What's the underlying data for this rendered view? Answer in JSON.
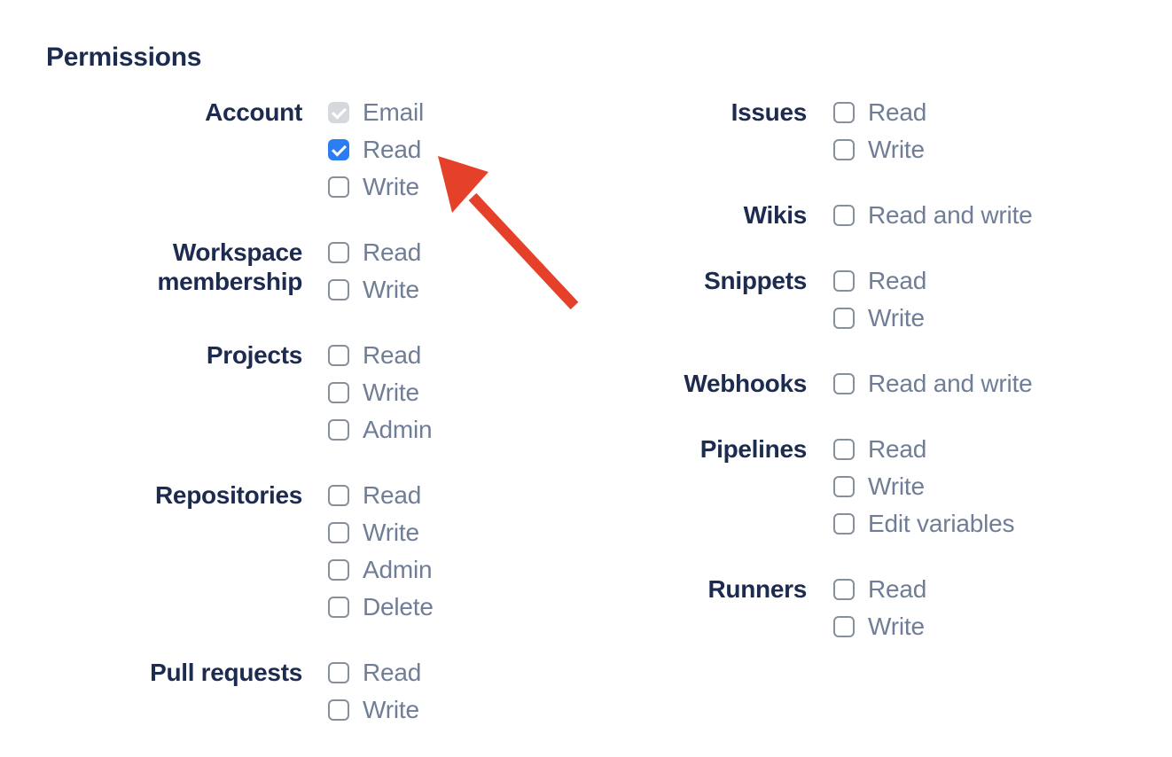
{
  "heading": "Permissions",
  "colors": {
    "heading": "#1d2b50",
    "group_label": "#1d2b50",
    "option_label": "#6f7e96",
    "checkbox_border": "#878f9b",
    "checkbox_checked": "#2b7df3",
    "checkbox_disabled_bg": "#d5d9dd",
    "arrow": "#e5402a"
  },
  "columns": [
    {
      "name": "left",
      "groups": [
        {
          "label": "Account",
          "options": [
            {
              "label": "Email",
              "checked": true,
              "disabled": true
            },
            {
              "label": "Read",
              "checked": true,
              "disabled": false
            },
            {
              "label": "Write",
              "checked": false,
              "disabled": false
            }
          ]
        },
        {
          "label": "Workspace membership",
          "options": [
            {
              "label": "Read",
              "checked": false,
              "disabled": false
            },
            {
              "label": "Write",
              "checked": false,
              "disabled": false
            }
          ]
        },
        {
          "label": "Projects",
          "options": [
            {
              "label": "Read",
              "checked": false,
              "disabled": false
            },
            {
              "label": "Write",
              "checked": false,
              "disabled": false
            },
            {
              "label": "Admin",
              "checked": false,
              "disabled": false
            }
          ]
        },
        {
          "label": "Repositories",
          "options": [
            {
              "label": "Read",
              "checked": false,
              "disabled": false
            },
            {
              "label": "Write",
              "checked": false,
              "disabled": false
            },
            {
              "label": "Admin",
              "checked": false,
              "disabled": false
            },
            {
              "label": "Delete",
              "checked": false,
              "disabled": false
            }
          ]
        },
        {
          "label": "Pull requests",
          "options": [
            {
              "label": "Read",
              "checked": false,
              "disabled": false
            },
            {
              "label": "Write",
              "checked": false,
              "disabled": false
            }
          ]
        }
      ]
    },
    {
      "name": "right",
      "groups": [
        {
          "label": "Issues",
          "options": [
            {
              "label": "Read",
              "checked": false,
              "disabled": false
            },
            {
              "label": "Write",
              "checked": false,
              "disabled": false
            }
          ]
        },
        {
          "label": "Wikis",
          "options": [
            {
              "label": "Read and write",
              "checked": false,
              "disabled": false
            }
          ]
        },
        {
          "label": "Snippets",
          "options": [
            {
              "label": "Read",
              "checked": false,
              "disabled": false
            },
            {
              "label": "Write",
              "checked": false,
              "disabled": false
            }
          ]
        },
        {
          "label": "Webhooks",
          "options": [
            {
              "label": "Read and write",
              "checked": false,
              "disabled": false
            }
          ]
        },
        {
          "label": "Pipelines",
          "options": [
            {
              "label": "Read",
              "checked": false,
              "disabled": false
            },
            {
              "label": "Write",
              "checked": false,
              "disabled": false
            },
            {
              "label": "Edit variables",
              "checked": false,
              "disabled": false
            }
          ]
        },
        {
          "label": "Runners",
          "options": [
            {
              "label": "Read",
              "checked": false,
              "disabled": false
            },
            {
              "label": "Write",
              "checked": false,
              "disabled": false
            }
          ]
        }
      ]
    }
  ],
  "annotation_arrow": {
    "color": "#e5402a",
    "points_at": "Account Read checkbox"
  }
}
